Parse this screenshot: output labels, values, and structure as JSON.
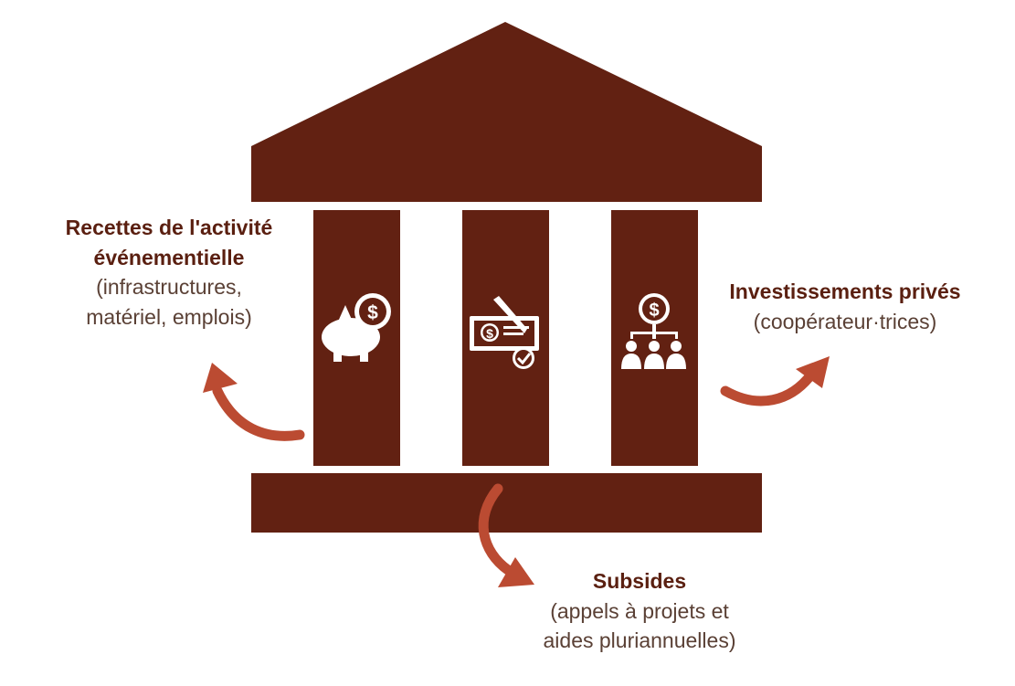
{
  "colors": {
    "building": "#622112",
    "arrow": "#bb4b32",
    "title_text": "#5a1f10",
    "sub_text": "#5a4035",
    "icon": "#ffffff"
  },
  "icons": {
    "left_column": "piggy-bank-dollar-icon",
    "center_column": "signed-cheque-icon",
    "right_column": "dollar-network-people-icon"
  },
  "labels": {
    "left": {
      "title_line1": "Recettes de l'activité",
      "title_line2": "événementielle",
      "sub_line1": "(infrastructures,",
      "sub_line2": "matériel, emplois)"
    },
    "right": {
      "title_line1": "Investissements privés",
      "sub_line1": "(coopérateur·trices)"
    },
    "bottom": {
      "title_line1": "Subsides",
      "sub_line1": "(appels à projets et",
      "sub_line2": "aides pluriannuelles)"
    }
  }
}
